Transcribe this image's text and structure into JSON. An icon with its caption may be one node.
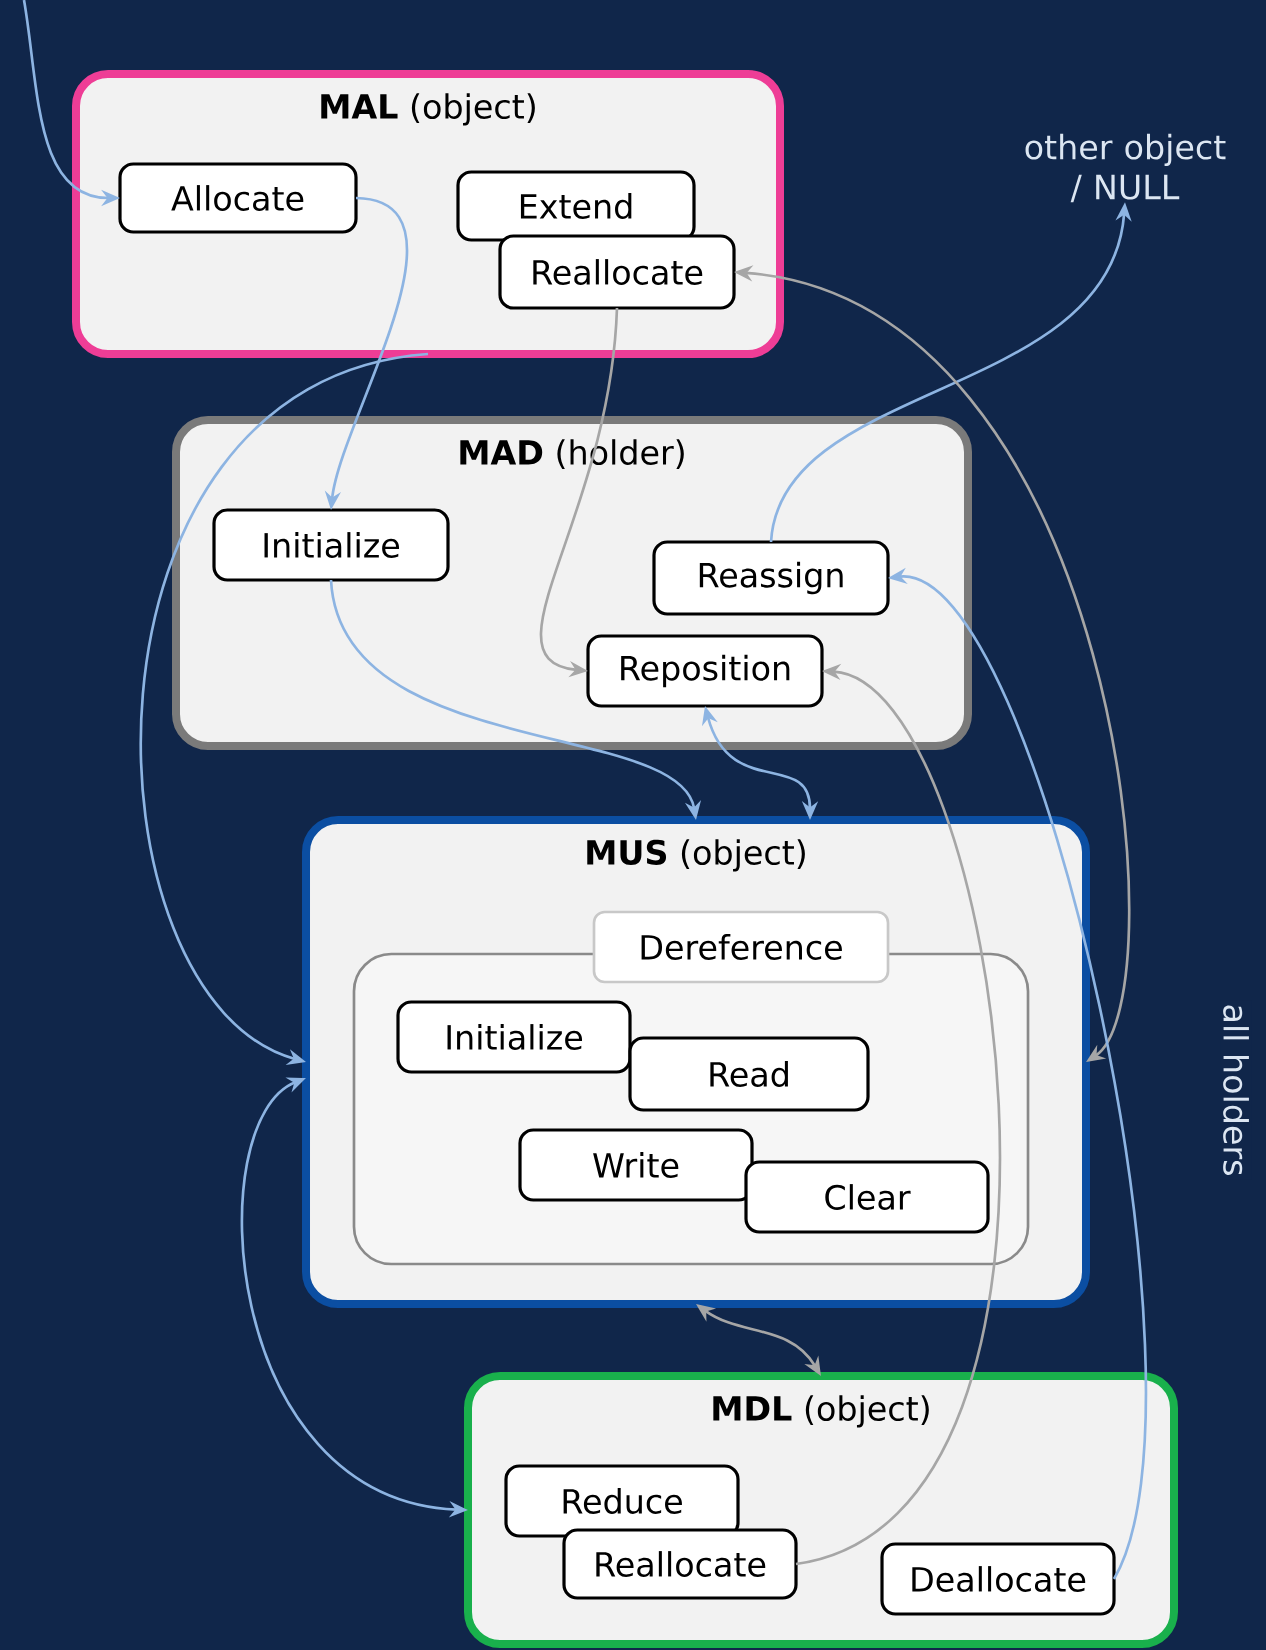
{
  "diagram": {
    "nodes": [
      {
        "text": [
          "**MAL** (object)"
        ]
      },
      {
        "text": [
          "Allocate"
        ],
        "in": 0
      },
      {
        "text": [
          "Extend"
        ],
        "in": 0
      },
      {
        "text": [
          "Reallocate"
        ],
        "in": 0
      },
      {
        "text": [
          "**MAD** (holder)"
        ]
      },
      {
        "text": [
          "Initialize"
        ],
        "in": 4
      },
      {
        "text": [
          "Reassign"
        ],
        "in": 4
      },
      {
        "text": [
          "Reposition"
        ],
        "in": 4
      },
      {
        "text": [
          "**MUS** (object)"
        ]
      },
      {
        "text": [
          "Dereference"
        ],
        "in": 8
      },
      {
        "text": [
          "Initialize"
        ],
        "in": 9
      },
      {
        "text": [
          "Read"
        ],
        "in": 9
      },
      {
        "text": [
          "Write"
        ],
        "in": 9
      },
      {
        "text": [
          "Clear"
        ],
        "in": 9
      },
      {
        "text": [
          "**MDL** (object)"
        ]
      },
      {
        "text": [
          "Reduce"
        ],
        "in": 14
      },
      {
        "text": [
          "Reallocate"
        ],
        "in": 14
      },
      {
        "text": [
          "Deallocate"
        ],
        "in": 14
      },
      {
        "text": [
          "other object / NULL"
        ]
      }
    ],
    "edges": [
      {
        "from": null,
        "to": 1,
        "arrow": "to"
      },
      {
        "from": 1,
        "to": 5,
        "arrow": "to"
      },
      {
        "from": 0,
        "to": 8,
        "arrow": "to"
      },
      {
        "from": 3,
        "to": 7,
        "arrow": "to",
        "color": "#a6a6a6"
      },
      {
        "from": 6,
        "to": 18,
        "arrow": "to"
      },
      {
        "from": 5,
        "to": 8,
        "arrow": "to"
      },
      {
        "from": 7,
        "to": 8,
        "arrow": "both"
      },
      {
        "from": 3,
        "to": 8,
        "arrow": "both",
        "color": "#a6a6a6"
      },
      {
        "from": 16,
        "to": 7,
        "arrow": "to",
        "color": "#a6a6a6"
      },
      {
        "from": 17,
        "to": 6,
        "arrow": "to",
        "label": "all holders"
      },
      {
        "from": 8,
        "to": 14,
        "arrow": "both",
        "color": "#a6a6a6"
      },
      {
        "from": 8,
        "to": 14,
        "arrow": "both"
      }
    ]
  }
}
